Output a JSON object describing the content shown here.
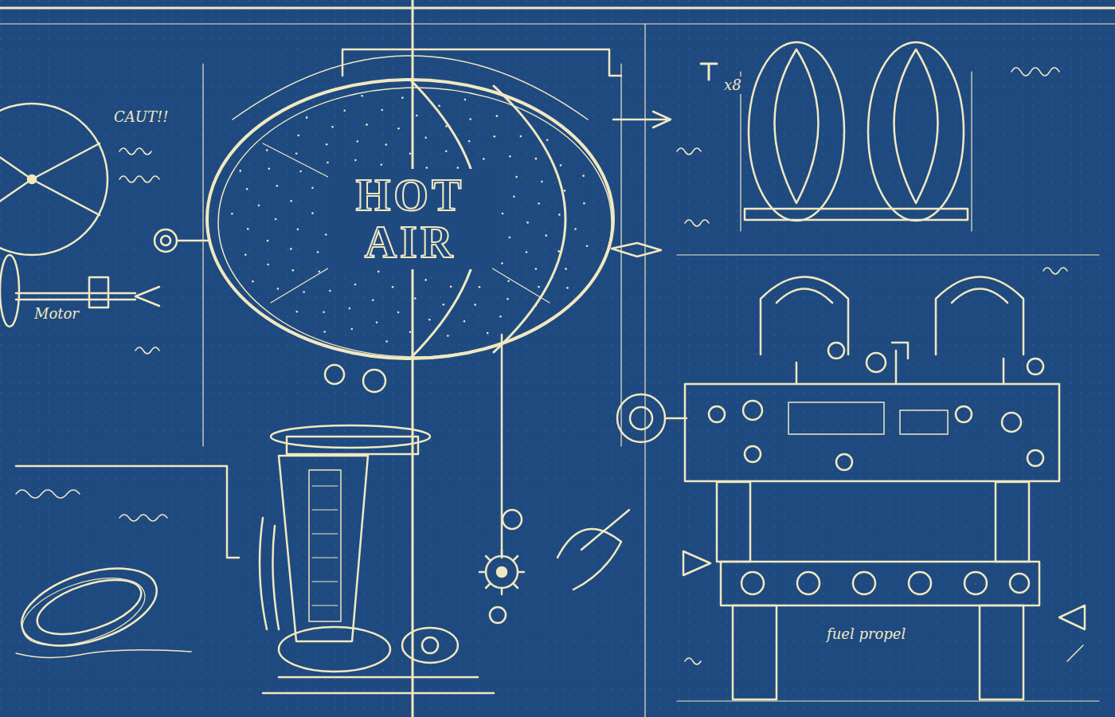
{
  "diagram": {
    "nodes": [
      {
        "text": [
          "HOT AIR"
        ]
      }
    ],
    "labels": [
      "CAUT!!",
      "Motor",
      "x8",
      "fuel propel"
    ]
  }
}
